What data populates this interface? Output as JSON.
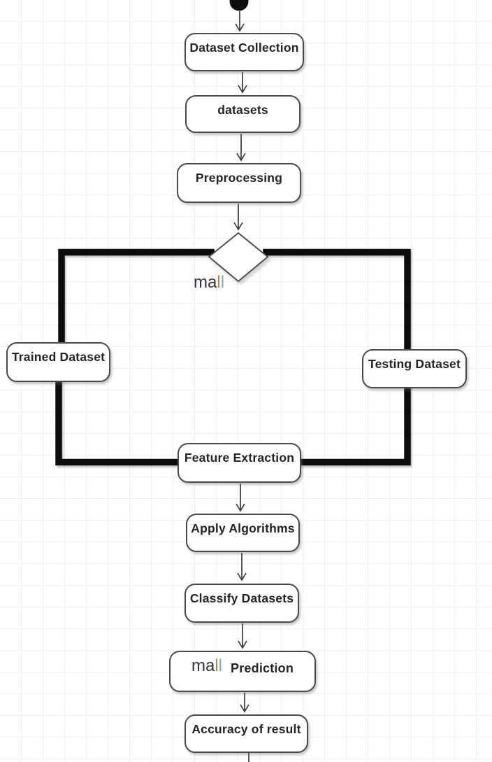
{
  "diagram": {
    "type": "activity-flowchart",
    "background": {
      "grid_color": "#f0f0f0",
      "canvas_color": "#ffffff"
    },
    "colors": {
      "node_border": "#4a4a4a",
      "node_fill": "#ffffff",
      "thick_connector": "#0c0c0c",
      "thin_connector": "#3a3a3a",
      "watermark_dark": "#38303f",
      "watermark_yellow": "#a3923c",
      "watermark_blue": "#7fa9d2"
    },
    "nodes": {
      "dataset_collection": "Dataset Collection",
      "datasets": "datasets",
      "preprocessing": "Preprocessing",
      "trained_dataset": "Trained Dataset",
      "testing_dataset": "Testing Dataset",
      "feature_extraction": "Feature Extraction",
      "apply_algorithms": "Apply Algorithms",
      "classify_datasets": "Classify Datasets",
      "prediction": "Prediction",
      "accuracy_of_result": "Accuracy  of result"
    },
    "decision_watermark": {
      "ma": "ma",
      "l1": "l",
      "l2": "l"
    },
    "prediction_watermark": {
      "ma": "ma",
      "l1": "l",
      "l2": "l"
    },
    "flow": [
      "start",
      "Dataset Collection",
      "datasets",
      "Preprocessing",
      "decision (mall)",
      "Trained Dataset | Testing Dataset",
      "Feature Extraction",
      "Apply Algorithms",
      "Classify Datasets",
      "Prediction",
      "Accuracy  of result"
    ]
  }
}
